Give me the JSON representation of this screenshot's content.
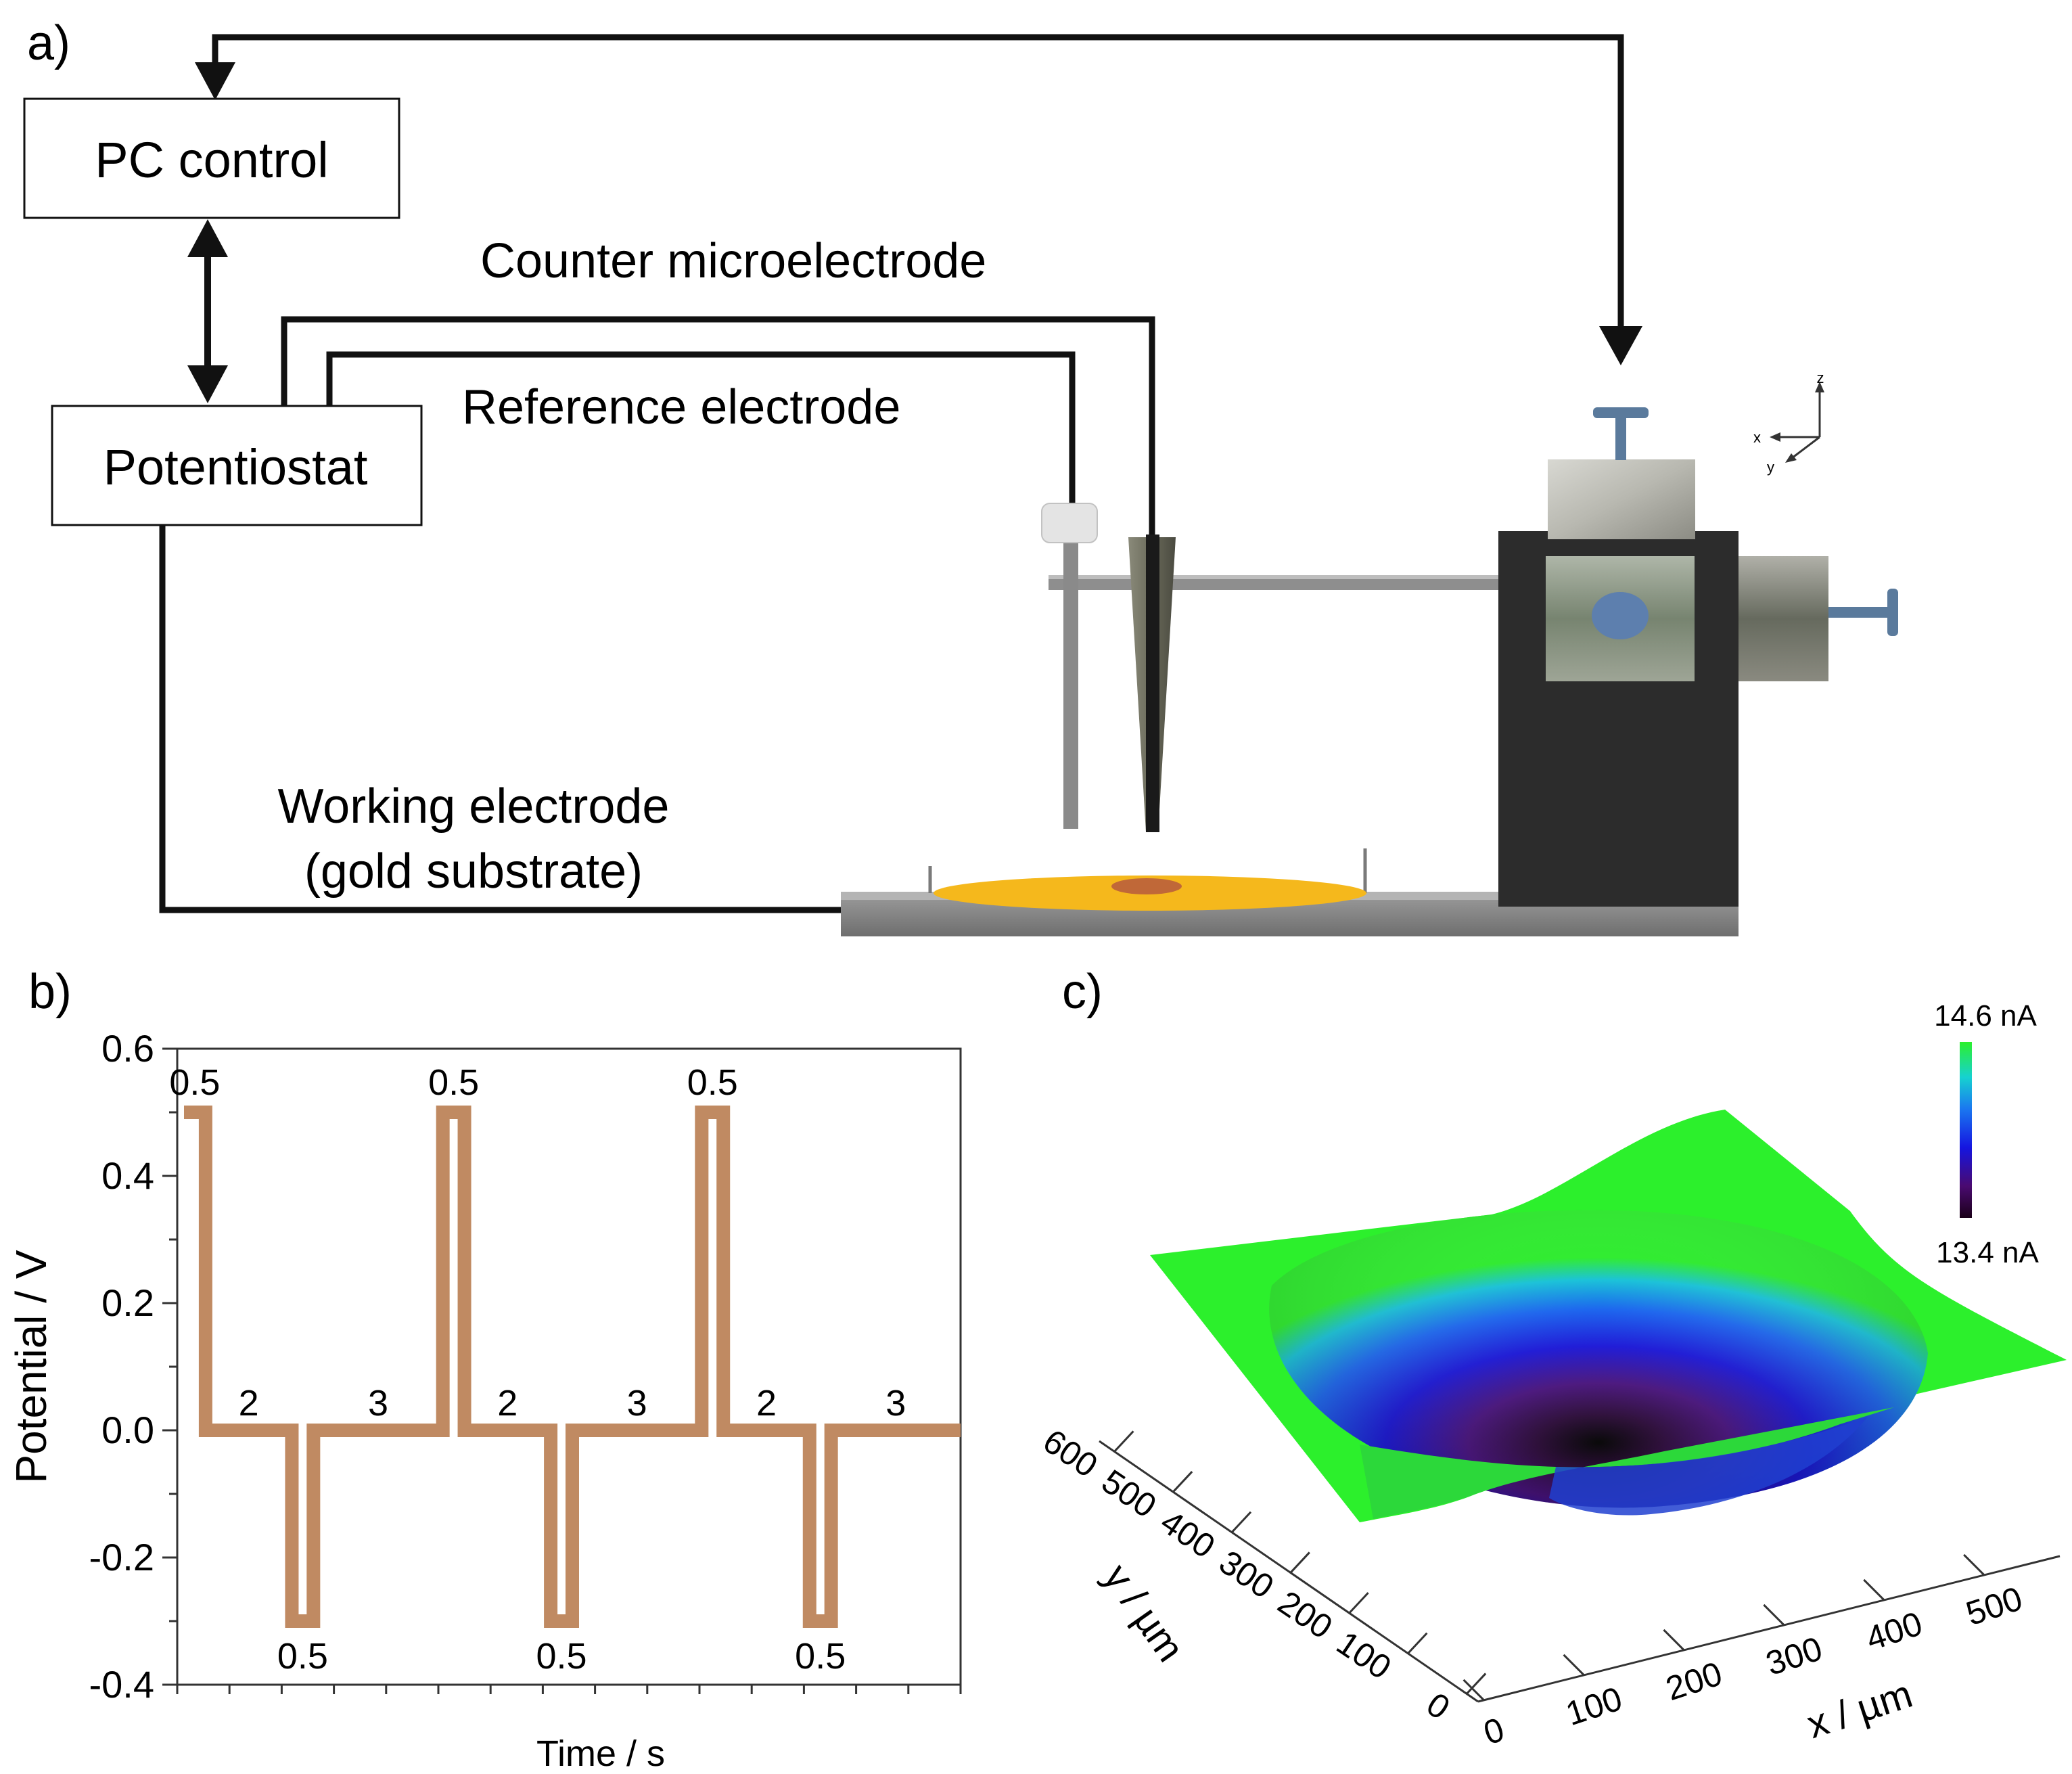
{
  "panel_a": {
    "label": "a)",
    "pc_control": "PC control",
    "potentiostat": "Potentiostat",
    "counter": "Counter microelectrode",
    "reference": "Reference electrode",
    "working_line1": "Working electrode",
    "working_line2": "(gold substrate)",
    "axis_x": "x",
    "axis_y": "y",
    "axis_z": "z"
  },
  "panel_b": {
    "label": "b)",
    "ylabel": "Potential / V",
    "xlabel": "Time / s",
    "line_color": "#c08a62"
  },
  "panel_c": {
    "label": "c)",
    "colorbar_max": "14.6 nA",
    "colorbar_min": "13.4 nA",
    "xlabel": "x / µm",
    "ylabel": "y / µm",
    "x_ticks": [
      "0",
      "100",
      "200",
      "300",
      "400",
      "500"
    ],
    "y_ticks": [
      "0",
      "100",
      "200",
      "300",
      "400",
      "500",
      "600"
    ]
  },
  "chart_data": {
    "type": "line",
    "ylabel": "Potential / V",
    "xlabel": "Time / s",
    "ylim": [
      -0.4,
      0.6
    ],
    "y_ticks": [
      "0.6",
      "0.4",
      "0.2",
      "0.0",
      "-0.2",
      "-0.4"
    ],
    "y_tick_values": [
      0.6,
      0.4,
      0.2,
      0.0,
      -0.2,
      -0.4
    ],
    "x_ticks_labeled": false,
    "step_sequence_potentials": [
      0.5,
      0.0,
      -0.3,
      0.0,
      0.5,
      0.0,
      -0.3,
      0.0,
      0.5,
      0.0,
      -0.3,
      0.0
    ],
    "step_durations": [
      0.5,
      2,
      0.5,
      3,
      0.5,
      2,
      0.5,
      3,
      0.5,
      2,
      0.5,
      3
    ],
    "step_labels": [
      "0.5",
      "2",
      "0.5",
      "3",
      "0.5",
      "2",
      "0.5",
      "3",
      "0.5",
      "2",
      "0.5",
      "3"
    ],
    "grid": false
  }
}
